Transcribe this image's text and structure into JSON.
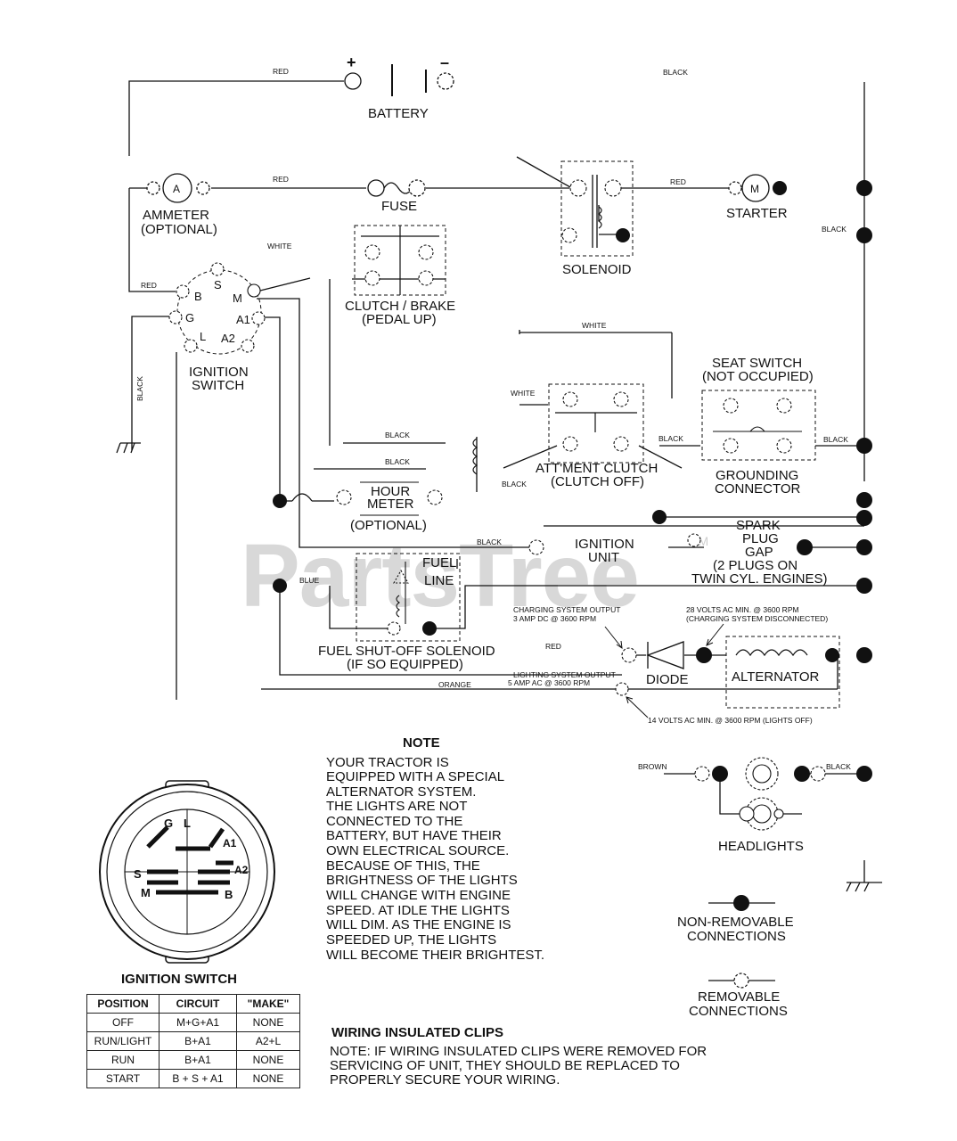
{
  "watermark": {
    "text": "PartsTree",
    "tm": "TM"
  },
  "wire_colors": {
    "red_top": "RED",
    "black_top": "BLACK",
    "red_fuse": "RED",
    "red_starter": "RED",
    "white_top": "WHITE",
    "red_ign": "RED",
    "black_right": "BLACK",
    "black_left": "BLACK",
    "white_mid": "WHITE",
    "white_att": "WHITE",
    "black_1": "BLACK",
    "black_2": "BLACK",
    "black_att": "BLACK",
    "black_ground": "BLACK",
    "black_seat": "BLACK",
    "black_ign": "BLACK",
    "blue": "BLUE",
    "red_alt": "RED",
    "orange": "ORANGE",
    "brown": "BROWN",
    "black_head": "BLACK"
  },
  "components": {
    "battery": "BATTERY",
    "battery_plus": "+",
    "battery_minus": "–",
    "ammeter_symbol": "A",
    "ammeter_1": "AMMETER",
    "ammeter_2": "(OPTIONAL)",
    "fuse": "FUSE",
    "solenoid": "SOLENOID",
    "starter_symbol": "M",
    "starter": "STARTER",
    "clutch_brake_1": "CLUTCH / BRAKE",
    "clutch_brake_2": "(PEDAL UP)",
    "ignition_switch_1": "IGNITION",
    "ignition_switch_2": "SWITCH",
    "seat_switch_1": "SEAT SWITCH",
    "seat_switch_2": "(NOT OCCUPIED)",
    "attment_1": "ATT'MENT CLUTCH",
    "attment_2": "(CLUTCH OFF)",
    "grounding_1": "GROUNDING",
    "grounding_2": "CONNECTOR",
    "hour_meter_1": "HOUR",
    "hour_meter_2": "METER",
    "hour_meter_3": "(OPTIONAL)",
    "ignition_unit_1": "IGNITION",
    "ignition_unit_2": "UNIT",
    "spark_1": "SPARK",
    "spark_2": "PLUG",
    "spark_3": "GAP",
    "spark_4": "(2 PLUGS ON",
    "spark_5": "TWIN CYL. ENGINES)",
    "fuel_line_1": "FUEL",
    "fuel_line_2": "LINE",
    "fuel_solenoid_1": "FUEL SHUT-OFF SOLENOID",
    "fuel_solenoid_2": "(IF SO EQUIPPED)",
    "diode": "DIODE",
    "alternator": "ALTERNATOR",
    "headlights": "HEADLIGHTS"
  },
  "terminals": {
    "b": "B",
    "s": "S",
    "m": "M",
    "g": "G",
    "l": "L",
    "a1": "A1",
    "a2": "A2"
  },
  "alternator_specs": {
    "charging_1": "CHARGING SYSTEM OUTPUT",
    "charging_2": "3 AMP DC @ 3600 RPM",
    "ac28_1": "28 VOLTS AC MIN. @ 3600 RPM",
    "ac28_2": "(CHARGING SYSTEM DISCONNECTED)",
    "lighting_1": "LIGHTING SYSTEM OUTPUT",
    "lighting_2": "5 AMP AC @ 3600 RPM",
    "ac14": "14 VOLTS AC MIN. @ 3600 RPM (LIGHTS OFF)"
  },
  "note": {
    "title": "NOTE",
    "lines": [
      "YOUR TRACTOR IS",
      "EQUIPPED WITH A SPECIAL",
      "ALTERNATOR SYSTEM.",
      "THE LIGHTS ARE NOT",
      "CONNECTED TO THE",
      "BATTERY, BUT HAVE THEIR",
      "OWN ELECTRICAL SOURCE.",
      "BECAUSE OF THIS, THE",
      "BRIGHTNESS OF THE LIGHTS",
      "WILL CHANGE WITH ENGINE",
      "SPEED.  AT IDLE THE LIGHTS",
      "WILL DIM.  AS THE ENGINE IS",
      "SPEEDED UP, THE LIGHTS",
      "WILL BECOME THEIR BRIGHTEST."
    ]
  },
  "legend": {
    "nonremovable_1": "NON-REMOVABLE",
    "nonremovable_2": "CONNECTIONS",
    "removable_1": "REMOVABLE",
    "removable_2": "CONNECTIONS"
  },
  "switch_face": {
    "g": "G",
    "l": "L",
    "a1": "A1",
    "a2": "A2",
    "s": "S",
    "m": "M",
    "b": "B"
  },
  "ignition_table": {
    "title": "IGNITION SWITCH",
    "headers": [
      "POSITION",
      "CIRCUIT",
      "\"MAKE\""
    ],
    "rows": [
      [
        "OFF",
        "M+G+A1",
        "NONE"
      ],
      [
        "RUN/LIGHT",
        "B+A1",
        "A2+L"
      ],
      [
        "RUN",
        "B+A1",
        "NONE"
      ],
      [
        "START",
        "B + S + A1",
        "NONE"
      ]
    ]
  },
  "clips": {
    "title": "WIRING INSULATED CLIPS",
    "lines": [
      "NOTE: IF WIRING INSULATED CLIPS WERE REMOVED FOR",
      "SERVICING OF UNIT, THEY SHOULD BE REPLACED TO",
      "PROPERLY SECURE YOUR WIRING."
    ]
  }
}
